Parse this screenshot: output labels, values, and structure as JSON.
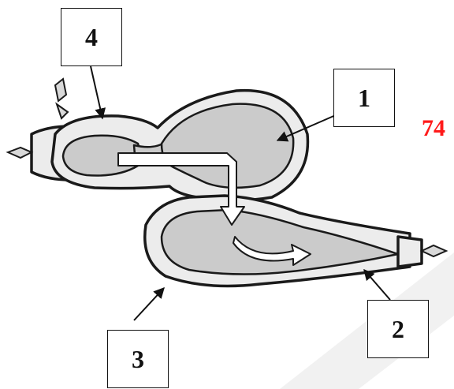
{
  "labels": {
    "one": "1",
    "two": "2",
    "three": "3",
    "four": "4"
  },
  "page_number": "74",
  "colors": {
    "outline": "#1a1a1a",
    "wall_fill": "#ececec",
    "cavity_fill": "#cbcbcb",
    "page_number": "#ff1a1a",
    "watermark": "#eeeeee"
  }
}
